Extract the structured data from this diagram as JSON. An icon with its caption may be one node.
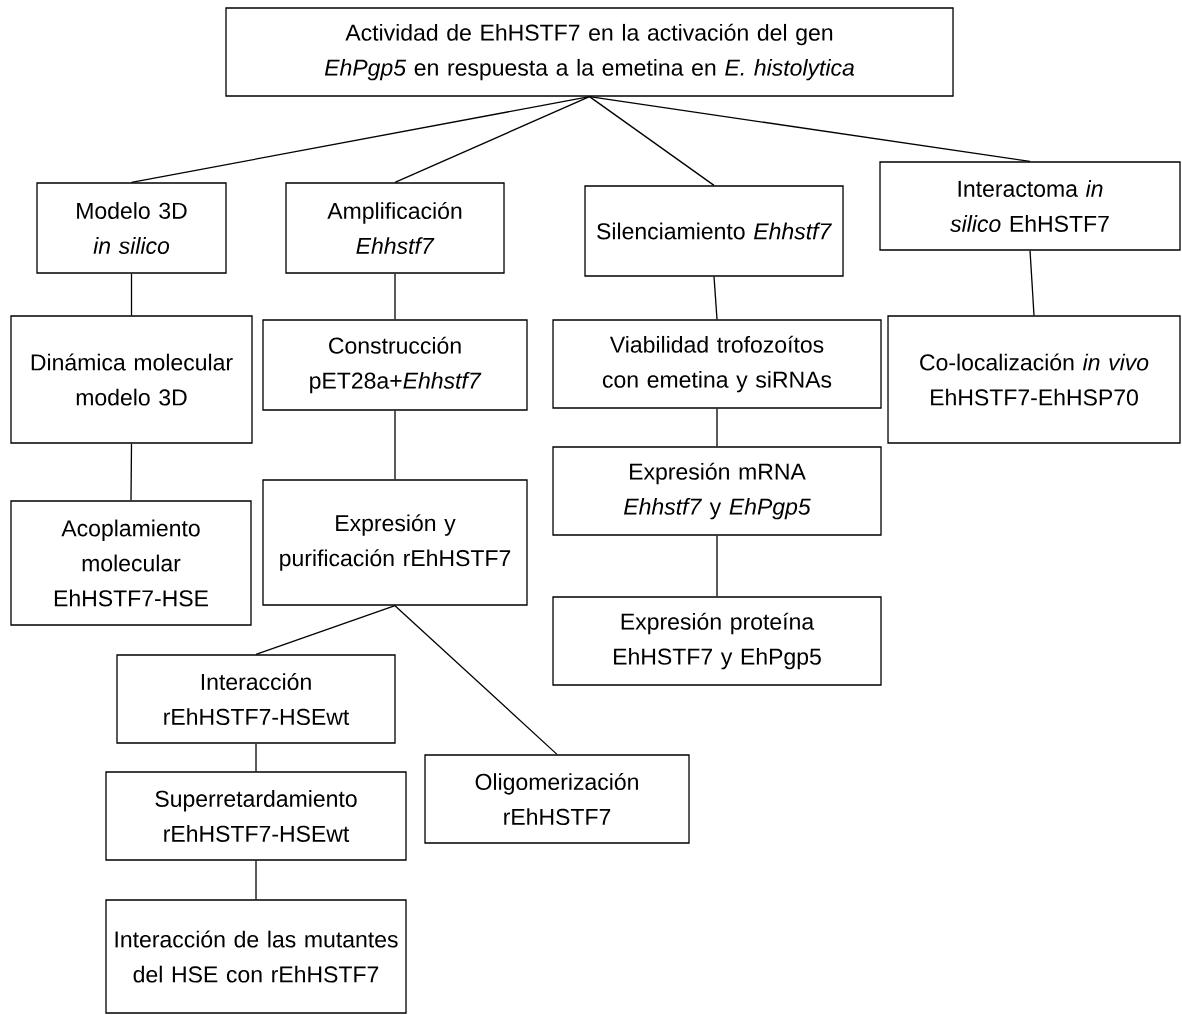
{
  "diagram": {
    "nodes": [
      {
        "text": [
          "Actividad de EhHSTF7 en la activación del gen *EhPgp5* en respuesta a la emetina en *E. histolytica*"
        ]
      },
      {
        "text": [
          "Modelo 3D *in silico*"
        ]
      },
      {
        "text": [
          "Amplificación *Ehhstf7*"
        ]
      },
      {
        "text": [
          "Silenciamiento *Ehhstf7*"
        ]
      },
      {
        "text": [
          "Interactoma *in silico* EhHSTF7"
        ]
      },
      {
        "text": [
          "Dinámica molecular modelo 3D"
        ]
      },
      {
        "text": [
          "Construcción pET28a+*Ehhstf7*"
        ]
      },
      {
        "text": [
          "Viabilidad trofozoítos con emetina y siRNAs"
        ]
      },
      {
        "text": [
          "Co-localización *in vivo* EhHSTF7-EhHSP70"
        ]
      },
      {
        "text": [
          "Acoplamiento molecular EhHSTF7-HSE"
        ]
      },
      {
        "text": [
          "Expresión y purificación rEhHSTF7"
        ]
      },
      {
        "text": [
          "Expresión mRNA *Ehhstf7* y *EhPgp5*"
        ]
      },
      {
        "text": [
          "Expresión proteína EhHSTF7 y EhPgp5"
        ]
      },
      {
        "text": [
          "Interacción rEhHSTF7-HSEwt"
        ]
      },
      {
        "text": [
          "Oligomerización rEhHSTF7"
        ]
      },
      {
        "text": [
          "Superretardamiento rEhHSTF7-HSEwt"
        ]
      },
      {
        "text": [
          "Interacción de las mutantes del HSE con rEhHSTF7"
        ]
      }
    ],
    "edges": [
      {
        "from": 0,
        "to": 1,
        "arrow": "none"
      },
      {
        "from": 0,
        "to": 2,
        "arrow": "none"
      },
      {
        "from": 0,
        "to": 3,
        "arrow": "none"
      },
      {
        "from": 0,
        "to": 4,
        "arrow": "none"
      },
      {
        "from": 1,
        "to": 5,
        "arrow": "none"
      },
      {
        "from": 5,
        "to": 9,
        "arrow": "none"
      },
      {
        "from": 2,
        "to": 6,
        "arrow": "none"
      },
      {
        "from": 6,
        "to": 10,
        "arrow": "none"
      },
      {
        "from": 10,
        "to": 13,
        "arrow": "none"
      },
      {
        "from": 10,
        "to": 14,
        "arrow": "none"
      },
      {
        "from": 13,
        "to": 15,
        "arrow": "none"
      },
      {
        "from": 15,
        "to": 16,
        "arrow": "none"
      },
      {
        "from": 3,
        "to": 7,
        "arrow": "none"
      },
      {
        "from": 7,
        "to": 11,
        "arrow": "none"
      },
      {
        "from": 11,
        "to": 12,
        "arrow": "none"
      },
      {
        "from": 4,
        "to": 8,
        "arrow": "none"
      }
    ]
  }
}
